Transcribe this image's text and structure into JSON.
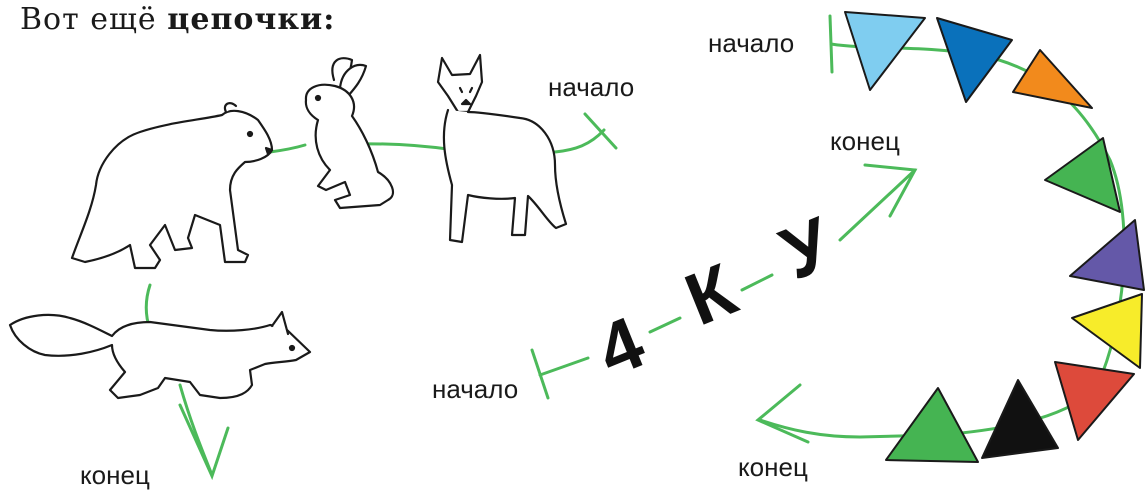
{
  "heading": {
    "prefix": "Вот ещё",
    "bold": "цепочки:"
  },
  "animal_chain": {
    "start_label": "начало",
    "end_label": "конец",
    "animals": [
      "wolf",
      "hare",
      "bear",
      "fox"
    ]
  },
  "letter_chain": {
    "start_label": "начало",
    "end_label": "конец",
    "letters": [
      "4",
      "К",
      "У"
    ]
  },
  "triangle_chain": {
    "start_label": "начало",
    "end_label": "конец",
    "triangles": [
      {
        "color": "#7fcdf0",
        "name": "light-blue"
      },
      {
        "color": "#0a71bb",
        "name": "blue"
      },
      {
        "color": "#f28a1c",
        "name": "orange"
      },
      {
        "color": "#45b452",
        "name": "green"
      },
      {
        "color": "#6458a8",
        "name": "violet"
      },
      {
        "color": "#f7ec2a",
        "name": "yellow"
      },
      {
        "color": "#dd4a3b",
        "name": "red"
      },
      {
        "color": "#111111",
        "name": "black"
      },
      {
        "color": "#45b452",
        "name": "green"
      }
    ]
  },
  "colors": {
    "chain_line": "#4cba5a",
    "outline": "#1a1a1a"
  }
}
